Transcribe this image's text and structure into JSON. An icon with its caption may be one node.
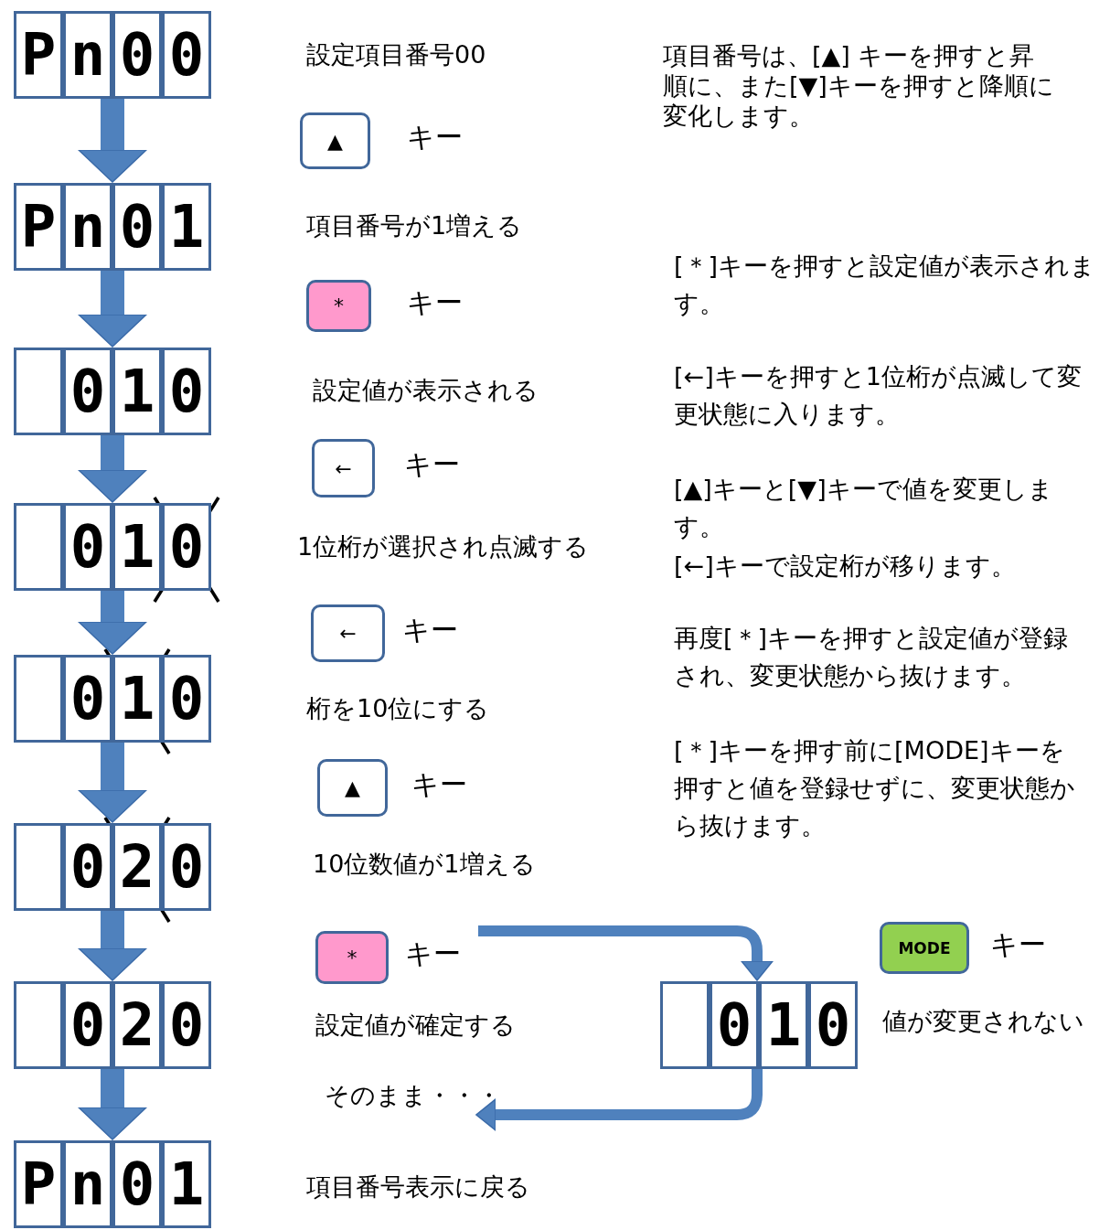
{
  "diagram": {
    "nodes": [
      {
        "text": [
          "Pn00"
        ]
      },
      {
        "text": [
          "Pn01"
        ]
      },
      {
        "text": [
          "010"
        ]
      },
      {
        "text": [
          "010"
        ]
      },
      {
        "text": [
          "010"
        ]
      },
      {
        "text": [
          "020"
        ]
      },
      {
        "text": [
          "020"
        ]
      },
      {
        "text": [
          "Pn01"
        ]
      },
      {
        "text": [
          "010"
        ]
      },
      {
        "text": [
          "▲"
        ],
        "beside": [
          "キー"
        ]
      },
      {
        "text": [
          "*"
        ],
        "beside": [
          "キー"
        ]
      },
      {
        "text": [
          "←"
        ],
        "beside": [
          "キー"
        ]
      },
      {
        "text": [
          "←"
        ],
        "beside": [
          "キー"
        ]
      },
      {
        "text": [
          "▲"
        ],
        "beside": [
          "キー"
        ]
      },
      {
        "text": [
          "*"
        ],
        "beside": [
          "キー"
        ]
      },
      {
        "text": [
          "MODE"
        ],
        "beside": [
          "キー"
        ]
      },
      {
        "text": [
          "そのまま・・・"
        ]
      }
    ],
    "edges": [
      {
        "from": 0,
        "to": 1,
        "arrow": "to"
      },
      {
        "from": 1,
        "to": 2,
        "arrow": "to"
      },
      {
        "from": 2,
        "to": 3,
        "arrow": "to"
      },
      {
        "from": 3,
        "to": 4,
        "arrow": "to"
      },
      {
        "from": 4,
        "to": 5,
        "arrow": "to"
      },
      {
        "from": 5,
        "to": 6,
        "arrow": "to"
      },
      {
        "from": 6,
        "to": 7,
        "arrow": "to"
      },
      {
        "from": 14,
        "to": 8,
        "arrow": "to"
      },
      {
        "from": 8,
        "to": 16,
        "arrow": "to"
      }
    ],
    "labels": [
      "設定項目番号00",
      "項目番号が1増える",
      "設定値が表示される",
      "1位桁が選択され点滅する",
      "桁を10位にする",
      "10位数値が1増える",
      "設定値が確定する",
      "項目番号表示に戻る",
      "項目番号は、[▲] キーを押すと昇順に、また[▼]キーを押すと降順に変化します。",
      "[＊]キーを押すと設定値が表示されます。",
      "[←]キーを押すと1位桁が点滅して変更状態に入ります。",
      "[▲]キーと[▼]キーで値を変更します。",
      "[←]キーで設定桁が移ります。",
      "再度[＊]キーを押すと設定値が登録され、変更状態から抜けます。",
      "[＊]キーを押す前に[MODE]キーを押すと値を登録せずに、変更状態から抜けます。",
      "値が変更されない"
    ]
  }
}
